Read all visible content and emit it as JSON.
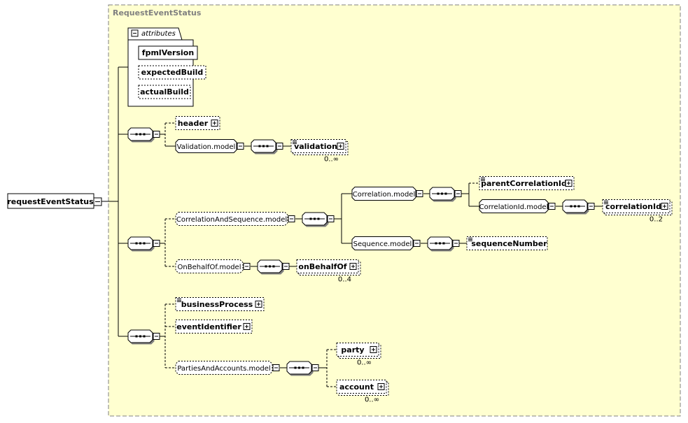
{
  "diagram": {
    "type_name": "RequestEventStatus",
    "root_element": "requestEventStatus",
    "attributes_group_label": "attributes",
    "attributes": [
      "fpmlVersion",
      "expectedBuild",
      "actualBuild"
    ],
    "elements": {
      "header": "header",
      "validation_model": "Validation.model",
      "validation": "validation",
      "correlation_and_sequence_model": "CorrelationAndSequence.model",
      "correlation_model": "Correlation.model",
      "parent_correlation_id": "parentCorrelationId",
      "correlation_id_model": "CorrelationId.model",
      "correlation_id": "correlationId",
      "sequence_model": "Sequence.model",
      "sequence_number": "sequenceNumber",
      "on_behalf_of_model": "OnBehalfOf.model",
      "on_behalf_of": "onBehalfOf",
      "business_process": "businessProcess",
      "event_identifier": "eventIdentifier",
      "parties_and_accounts_model": "PartiesAndAccounts.model",
      "party": "party",
      "account": "account"
    },
    "cardinalities": {
      "validation": "0..∞",
      "correlation_id": "0..2",
      "on_behalf_of": "0..4",
      "party": "0..∞",
      "account": "0..∞"
    },
    "colors": {
      "type_background": "#ffffd0",
      "type_border": "#808080",
      "type_label": "#808080",
      "line": "#000000",
      "node_fill": "#ffffff"
    }
  }
}
